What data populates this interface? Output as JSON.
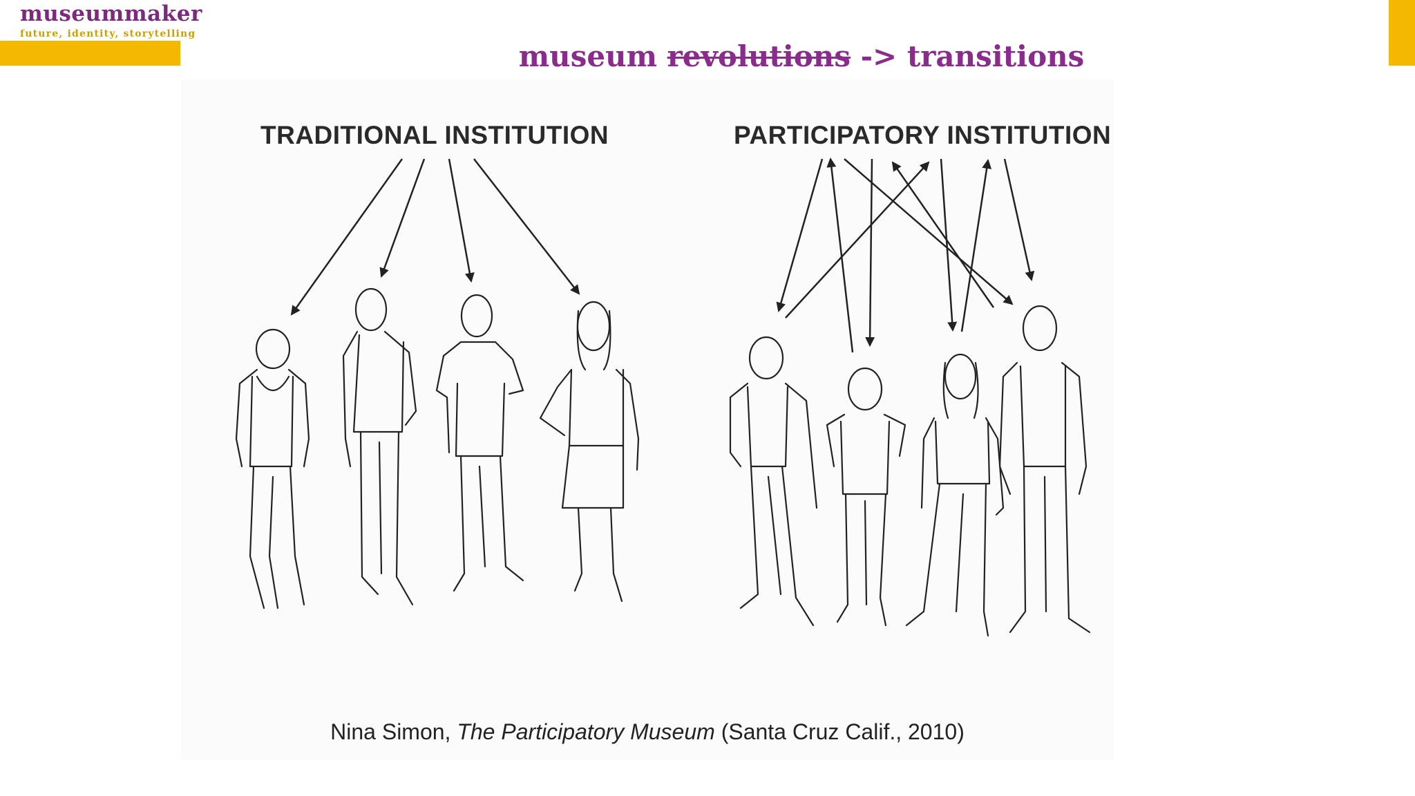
{
  "logo": {
    "wordmark": "museummaker",
    "tagline": "future, identity, storytelling"
  },
  "title": {
    "part1": "museum ",
    "struck": "revolutions",
    "part2": " -> transitions"
  },
  "diagram": {
    "left_label": "TRADITIONAL INSTITUTION",
    "right_label": "PARTICIPATORY INSTITUTION"
  },
  "caption": {
    "author": "Nina Simon, ",
    "book": "The Participatory Museum",
    "details": " (Santa Cruz Calif., 2010)"
  },
  "colors": {
    "brand_purple": "#8a2c8c",
    "accent_yellow": "#f5b800"
  }
}
